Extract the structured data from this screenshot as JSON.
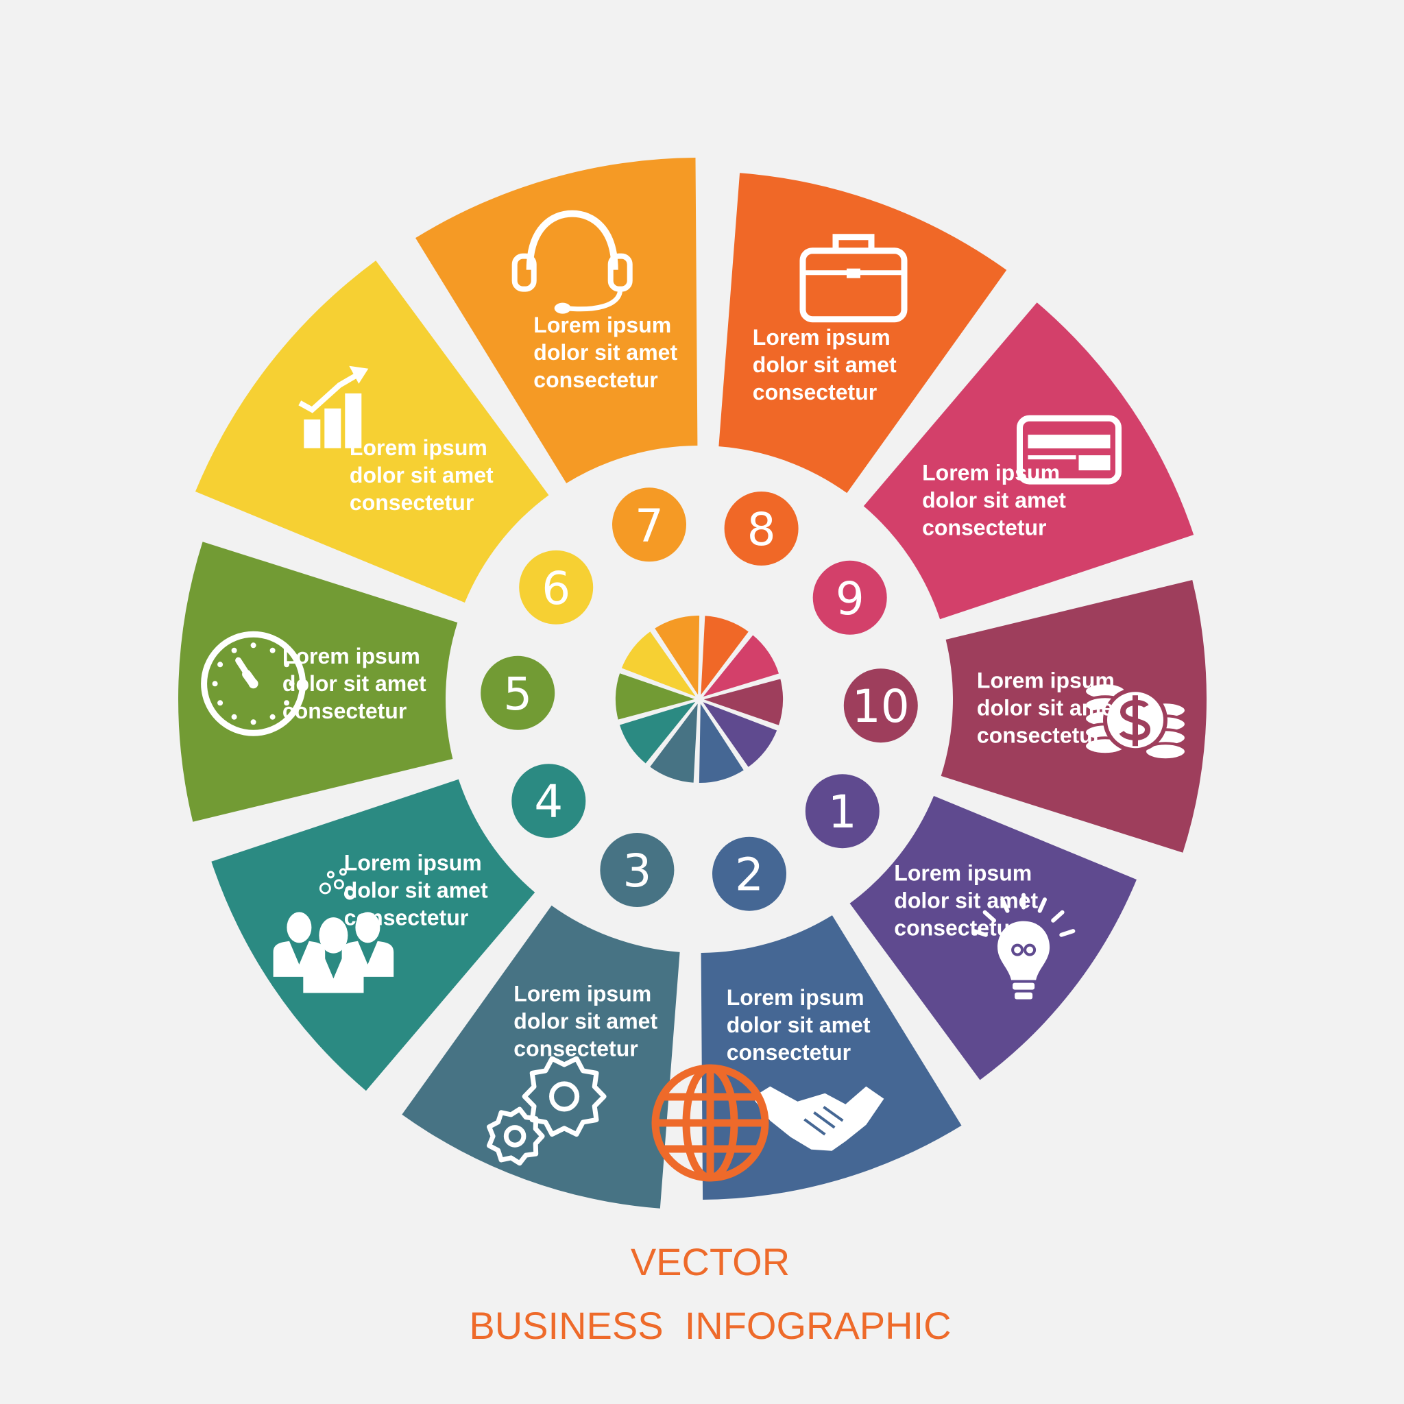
{
  "segments": [
    {
      "number": "1",
      "color": "#5f4a8f",
      "icon": "lightbulb-icon",
      "text": [
        "Lorem ipsum",
        "dolor sit amet",
        "consectetur"
      ]
    },
    {
      "number": "2",
      "color": "#456794",
      "icon": "handshake-icon",
      "text": [
        "Lorem ipsum",
        "dolor sit amet",
        "consectetur"
      ]
    },
    {
      "number": "3",
      "color": "#477384",
      "icon": "gears-icon",
      "text": [
        "Lorem ipsum",
        "dolor sit amet",
        "consectetur"
      ]
    },
    {
      "number": "4",
      "color": "#2b8a82",
      "icon": "team-icon",
      "text": [
        "Lorem ipsum",
        "dolor sit amet",
        "consectetur"
      ]
    },
    {
      "number": "5",
      "color": "#729b34",
      "icon": "clock-icon",
      "text": [
        "Lorem ipsum",
        "dolor sit amet",
        "consectetur"
      ]
    },
    {
      "number": "6",
      "color": "#f6d033",
      "icon": "growth-chart-icon",
      "text": [
        "Lorem ipsum",
        "dolor sit amet",
        "consectetur"
      ]
    },
    {
      "number": "7",
      "color": "#f59a25",
      "icon": "headset-icon",
      "text": [
        "Lorem ipsum",
        "dolor sit amet",
        "consectetur"
      ]
    },
    {
      "number": "8",
      "color": "#f06827",
      "icon": "briefcase-icon",
      "text": [
        "Lorem ipsum",
        "dolor sit amet",
        "consectetur"
      ]
    },
    {
      "number": "9",
      "color": "#d3406a",
      "icon": "credit-card-icon",
      "text": [
        "Lorem ipsum",
        "dolor sit amet",
        "consectetur"
      ]
    },
    {
      "number": "10",
      "color": "#9e3e5c",
      "icon": "coins-dollar-icon",
      "text": [
        "Lorem ipsum",
        "dolor sit amet",
        "consectetur"
      ]
    }
  ],
  "center_icon": "globe-icon",
  "title": {
    "line1": "VECTOR",
    "line2": "BUSINESS  INFOGRAPHIC",
    "color": "#ee6a2a"
  },
  "background": "#f2f2f2"
}
